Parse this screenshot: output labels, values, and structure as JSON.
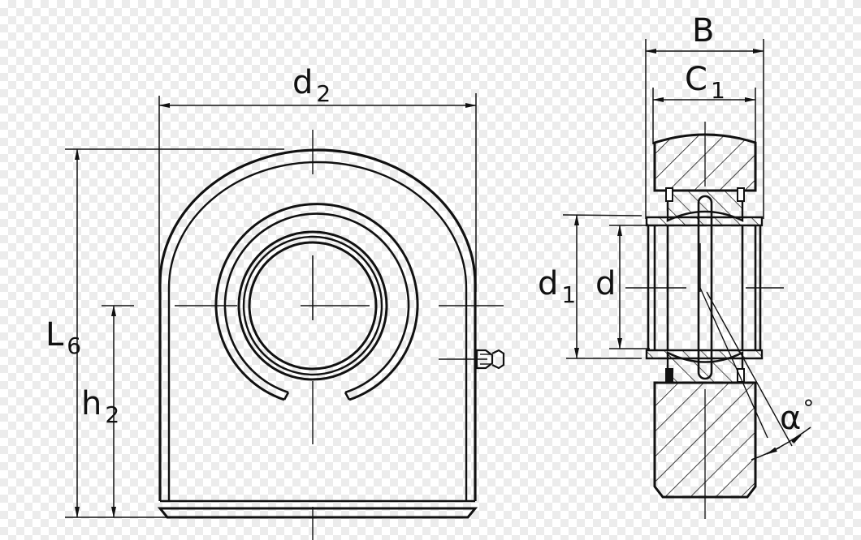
{
  "drawing": {
    "title": "Hydraulic rod end with spherical plain bearing",
    "colors": {
      "line": "#111111",
      "background_checker": "#ececec"
    },
    "views": [
      {
        "name": "front-view",
        "description": "Rod end housing with bearing bore and grease nipple"
      },
      {
        "name": "section-view",
        "description": "Cross section through housing and spherical bearing"
      }
    ]
  },
  "labels": {
    "d2": {
      "main": "d",
      "sub": "2"
    },
    "L6": {
      "main": "L",
      "sub": "6"
    },
    "h2": {
      "main": "h",
      "sub": "2"
    },
    "B": {
      "main": "B"
    },
    "C1": {
      "main": "C",
      "sub": "1"
    },
    "d1": {
      "main": "d",
      "sub": "1"
    },
    "d": {
      "main": "d"
    },
    "alpha": {
      "main": "α",
      "sup": "°"
    }
  }
}
